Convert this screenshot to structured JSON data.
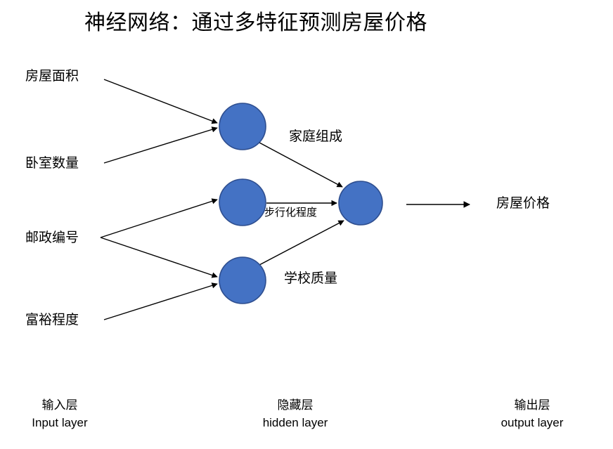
{
  "title": "神经网络：通过多特征预测房屋价格",
  "colors": {
    "node_fill": "#4472C4",
    "node_stroke": "#2E4E8F",
    "edge": "#000000",
    "text": "#000000",
    "background": "#ffffff"
  },
  "input_layer": {
    "items": [
      {
        "label": "房屋面积"
      },
      {
        "label": "卧室数量"
      },
      {
        "label": "邮政编号"
      },
      {
        "label": "富裕程度"
      }
    ]
  },
  "hidden_layer": {
    "items": [
      {
        "label": "家庭组成"
      },
      {
        "label": "步行化程度"
      },
      {
        "label": "学校质量"
      }
    ]
  },
  "output_layer": {
    "items": [
      {
        "label": "房屋价格"
      }
    ]
  },
  "layer_captions": [
    {
      "cn": "输入层",
      "en": "Input layer"
    },
    {
      "cn": "隐藏层",
      "en": "hidden layer"
    },
    {
      "cn": "输出层",
      "en": "output layer"
    }
  ],
  "edges": [
    {
      "from": "房屋面积",
      "to": "家庭组成"
    },
    {
      "from": "卧室数量",
      "to": "家庭组成"
    },
    {
      "from": "邮政编号",
      "to": "步行化程度"
    },
    {
      "from": "邮政编号",
      "to": "学校质量"
    },
    {
      "from": "富裕程度",
      "to": "学校质量"
    },
    {
      "from": "家庭组成",
      "to": "房屋价格"
    },
    {
      "from": "步行化程度",
      "to": "房屋价格"
    },
    {
      "from": "学校质量",
      "to": "房屋价格"
    },
    {
      "from": "output-node",
      "to": "房屋价格"
    }
  ]
}
